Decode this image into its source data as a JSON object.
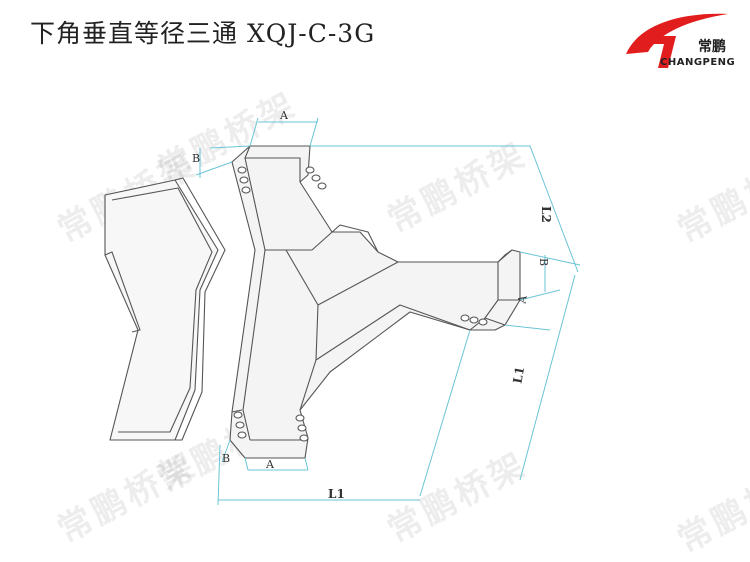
{
  "title": "下角垂直等径三通   XQJ-C-3G",
  "logo": {
    "cn": "常鹏",
    "en": "CHANGPENG",
    "color": "#e21d1d"
  },
  "watermark": "常鹏桥架",
  "dims": {
    "a": "A",
    "b": "B",
    "l1": "L1",
    "l2": "L2"
  },
  "colors": {
    "dimension": "#6bc4d6",
    "outline": "#555555"
  }
}
